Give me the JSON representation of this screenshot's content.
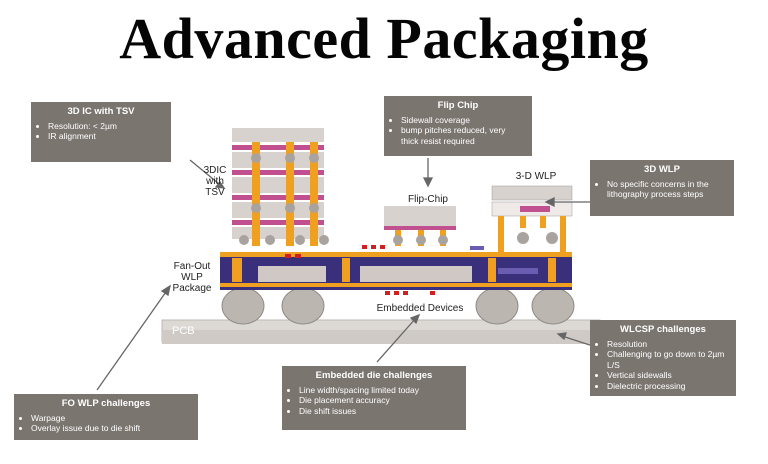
{
  "title": "Advanced Packaging",
  "labels": {
    "tsv": [
      "3DIC",
      "with",
      "TSV"
    ],
    "flip_chip": "Flip-Chip",
    "wlp3d": "3-D WLP",
    "fanout": [
      "Fan-Out",
      "WLP",
      "Package"
    ],
    "embedded": "Embedded Devices",
    "pcb": "PCB"
  },
  "callouts": {
    "ic_tsv": {
      "title": "3D IC with TSV",
      "items": [
        "Resolution: < 2µm",
        "IR alignment"
      ]
    },
    "flip_chip": {
      "title": "Flip Chip",
      "items": [
        "Sidewall coverage",
        "bump pitches reduced, very thick resist required"
      ]
    },
    "wlp3d": {
      "title": "3D WLP",
      "items": [
        "No specific concerns in the lithography process steps"
      ]
    },
    "wlcsp": {
      "title": "WLCSP challenges",
      "items": [
        "Resolution",
        "Challenging to go down to 2µm L/S",
        "Vertical sidewalls",
        "Dielectric processing"
      ]
    },
    "embedded": {
      "title": "Embedded die challenges",
      "items": [
        "Line width/spacing limited today",
        "Die placement accuracy",
        "Die shift issues"
      ]
    },
    "fowlp": {
      "title": "FO WLP challenges",
      "items": [
        "Warpage",
        "Overlay issue due to die shift"
      ]
    }
  },
  "colors": {
    "callout_bg": "#7b7570",
    "substrate": "#3a2f7a",
    "copper": "#f0a020",
    "die": "#cfc8c5",
    "pcb": "#dcd8d4"
  }
}
